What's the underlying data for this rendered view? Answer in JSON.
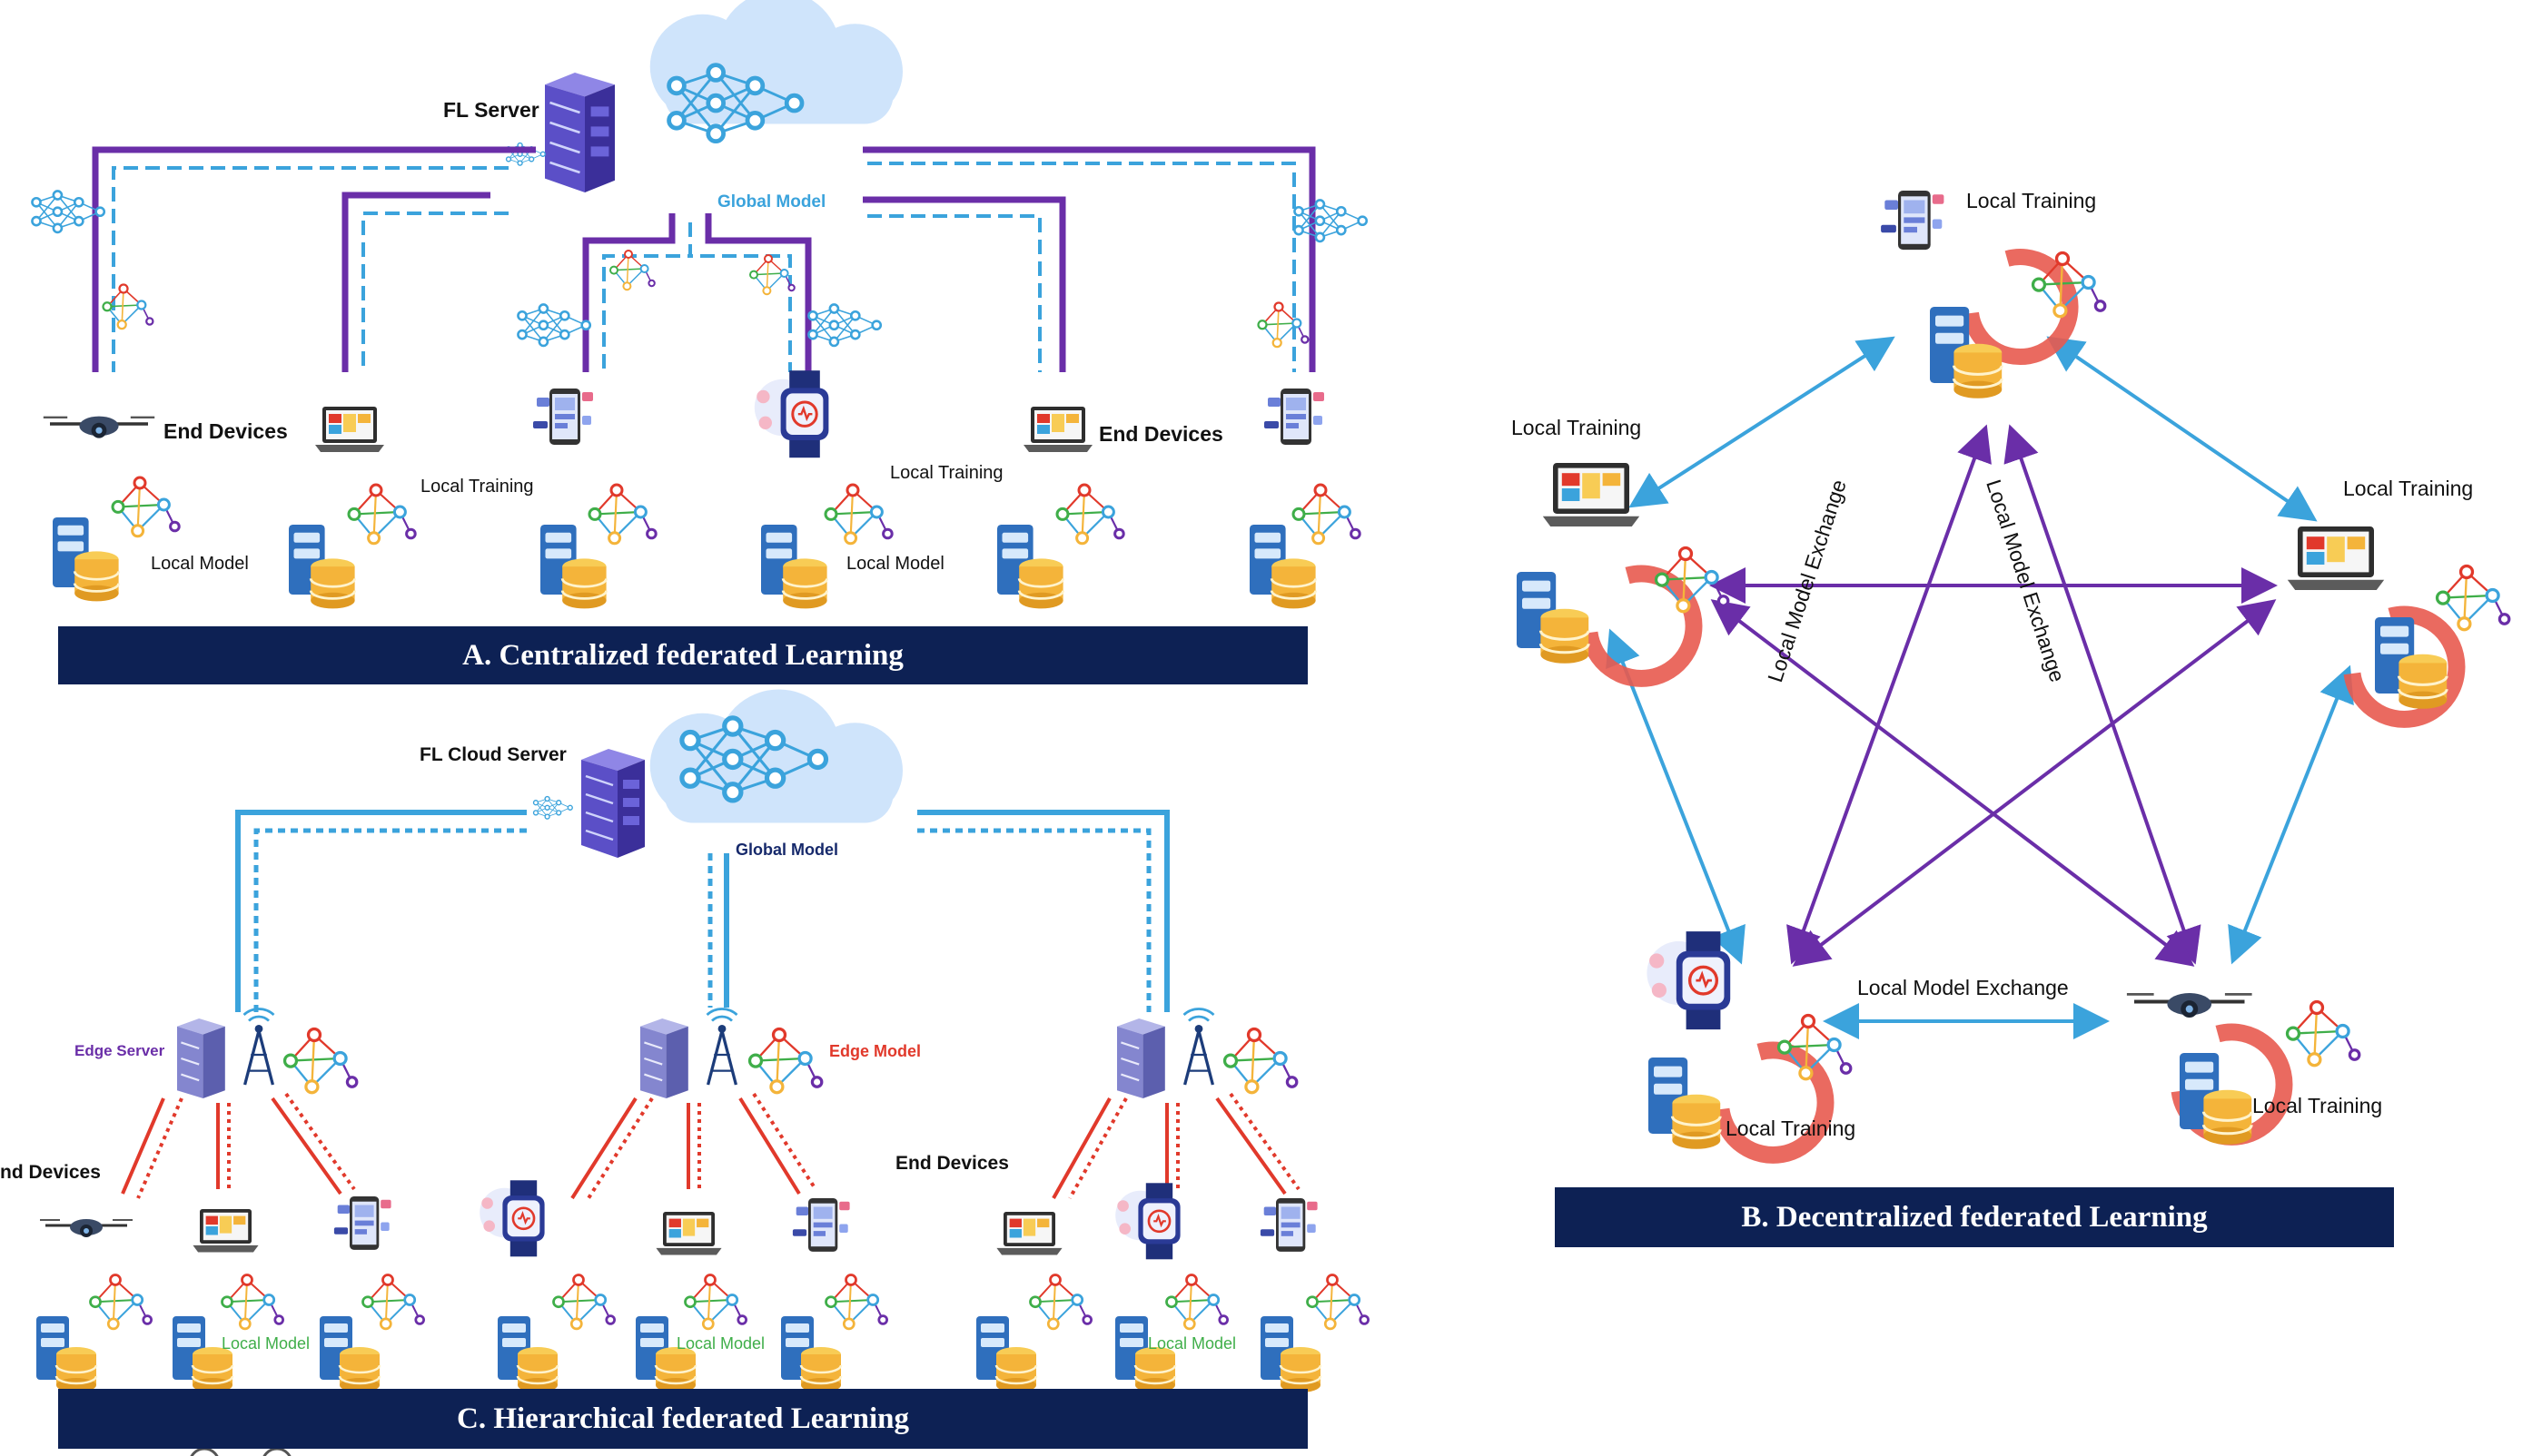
{
  "panel_a": {
    "server_label": "FL Server",
    "global_model_label": "Global Model",
    "end_devices_left": "End Devices",
    "end_devices_right": "End Devices",
    "local_training_1": "Local  Training",
    "local_training_2": "Local  Training",
    "local_model_1": "Local Model",
    "local_model_2": "Local Model",
    "banner": "A. Centralized federated Learning"
  },
  "panel_b": {
    "local_training_top": "Local Training",
    "local_training_left": "Local Training",
    "local_training_right": "Local Training",
    "local_training_bottom_left": "Local Training",
    "local_training_bottom_right": "Local Training",
    "exchange_1": "Local Model Exchange",
    "exchange_2": "Local Model Exchange",
    "exchange_3": "Local Model Exchange",
    "banner": "B. Decentralized federated Learning"
  },
  "panel_c": {
    "server_label": "FL Cloud Server",
    "global_model_label": "Global Model",
    "edge_server_label": "Edge Server",
    "edge_model_label": "Edge Model",
    "end_devices_left": "nd Devices",
    "end_devices_right": "End Devices",
    "local_model_1": "Local Model",
    "local_model_2": "Local Model",
    "local_model_3": "Local Model",
    "banner": "C. Hierarchical federated Learning"
  },
  "colors": {
    "purple": "#6a2ea8",
    "light_blue": "#3ba3dc",
    "red": "#e1392b",
    "navy": "#0d2154",
    "gold": "#f4b43a",
    "server_blue": "#2f6fbd"
  }
}
